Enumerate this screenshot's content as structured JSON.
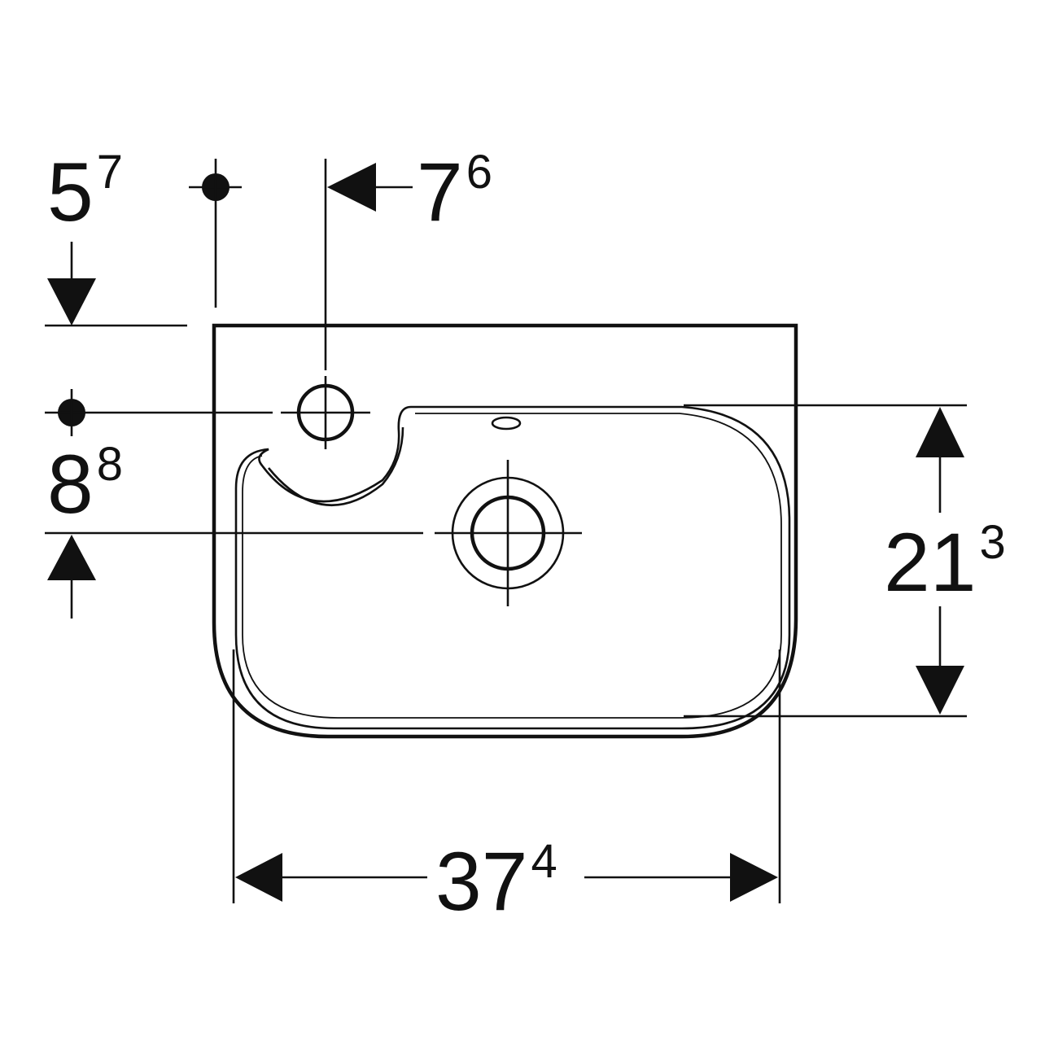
{
  "dimensions": {
    "width": {
      "main": "37",
      "sup": "4"
    },
    "depth": {
      "main": "21",
      "sup": "3"
    },
    "tap_hole_offset": {
      "main": "7",
      "sup": "6"
    },
    "fixing_depth": {
      "main": "5",
      "sup": "7"
    },
    "fixing_height": {
      "main": "8",
      "sup": "8"
    }
  }
}
